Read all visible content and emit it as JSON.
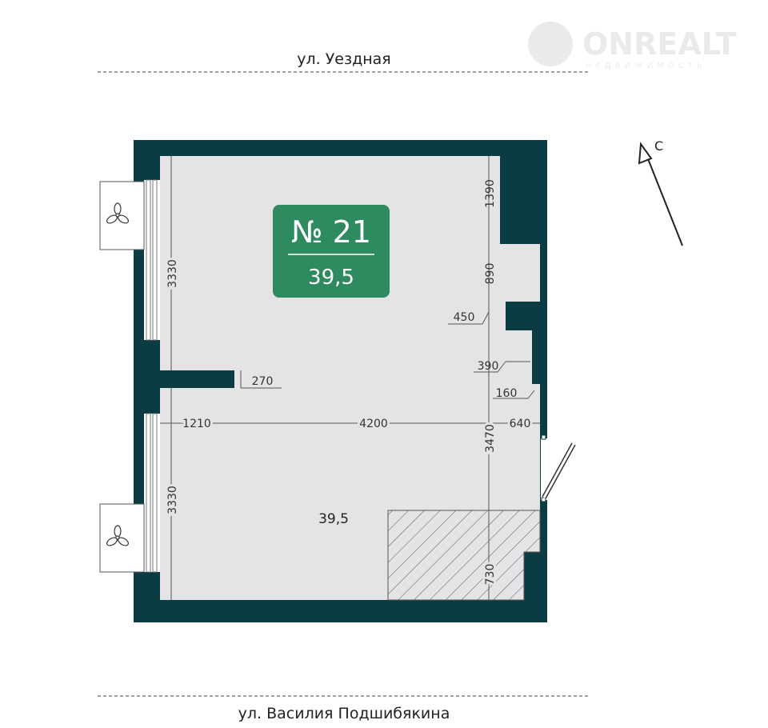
{
  "logo": {
    "brand": "ONREALT",
    "tagline": "НЕДВИЖИМОСТЬ"
  },
  "streets": {
    "top": "ул. Уездная",
    "bottom": "ул. Василия Подшибякина"
  },
  "compass": {
    "label": "С"
  },
  "badge": {
    "number": "№ 21",
    "area": "39,5"
  },
  "room": {
    "area": "39,5"
  },
  "dimensions": {
    "d1390": "1390",
    "d890": "890",
    "d450": "450",
    "d390": "390",
    "d160": "160",
    "d640": "640",
    "d4200": "4200",
    "d1210": "1210",
    "d3470": "3470",
    "d730": "730",
    "d3330_top": "3330",
    "d3330_bottom": "3330",
    "d270": "270"
  },
  "colors": {
    "wall": "#0b3c44",
    "floor": "#e4e4e6",
    "badge": "#2e8a5f"
  }
}
